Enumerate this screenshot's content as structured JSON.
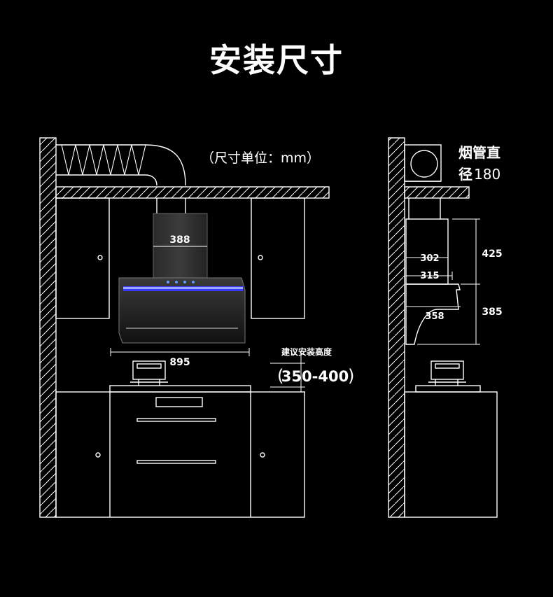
{
  "title": "安装尺寸",
  "unit_note": "（尺寸单位：mm）",
  "front_view": {
    "chimney_width": "388",
    "hood_width": "895",
    "recommended_height_label": "建议安装高度",
    "recommended_height_value": "350-400",
    "paren_open": "(",
    "paren_close": ")"
  },
  "side_view": {
    "duct_label_line1": "烟管直",
    "duct_label_line2_prefix": "径",
    "duct_label_line2_value": "180",
    "depth_302": "302",
    "depth_315": "315",
    "depth_358": "358",
    "height_425": "425",
    "height_385": "385"
  }
}
